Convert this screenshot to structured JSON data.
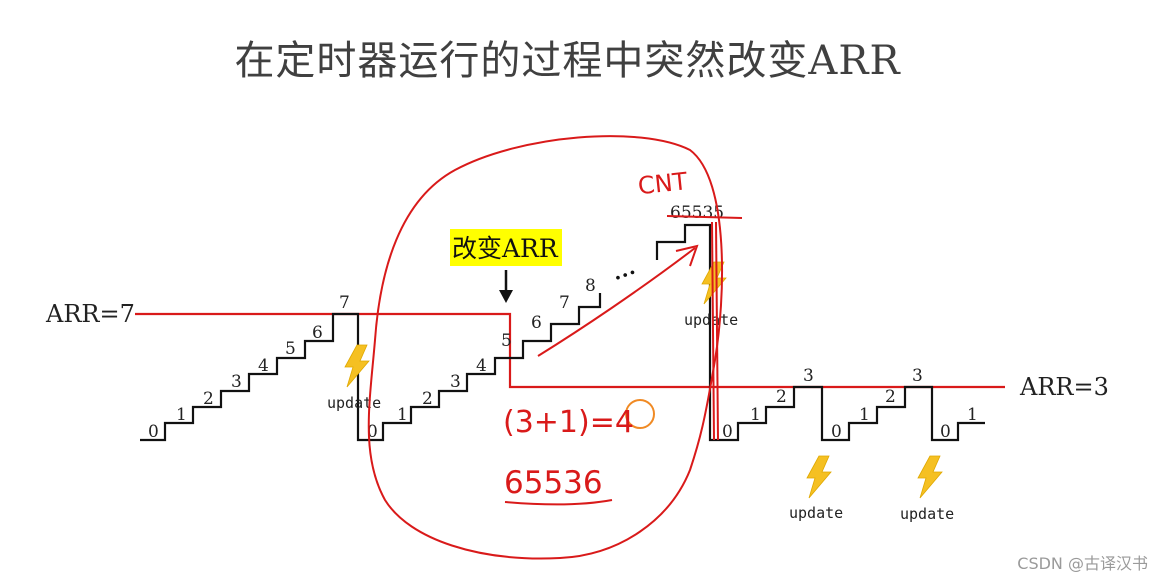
{
  "title": "在定时器运行的过程中突然改变ARR",
  "labels": {
    "arr_left": "ARR=7",
    "arr_right": "ARR=3",
    "change": "改变ARR",
    "cnt": "CNT",
    "max": "65535",
    "update": "update",
    "dots": "•••",
    "formula": "(3+1)=4",
    "mod": "65536"
  },
  "steps": {
    "seg1": [
      "0",
      "1",
      "2",
      "3",
      "4",
      "5",
      "6",
      "7"
    ],
    "seg2": [
      "0",
      "1",
      "2",
      "3",
      "4",
      "5",
      "6",
      "7",
      "8"
    ],
    "seg3": [
      "0",
      "1",
      "2",
      "3"
    ],
    "seg4": [
      "0",
      "1",
      "2",
      "3"
    ],
    "seg5": [
      "0",
      "1"
    ]
  },
  "colors": {
    "ink": "#111111",
    "red": "#d91a1a",
    "highlight": "#ffff00",
    "bolt": "#f5c022",
    "orange": "#f08a24"
  },
  "watermark": "CSDN @古译汉书"
}
